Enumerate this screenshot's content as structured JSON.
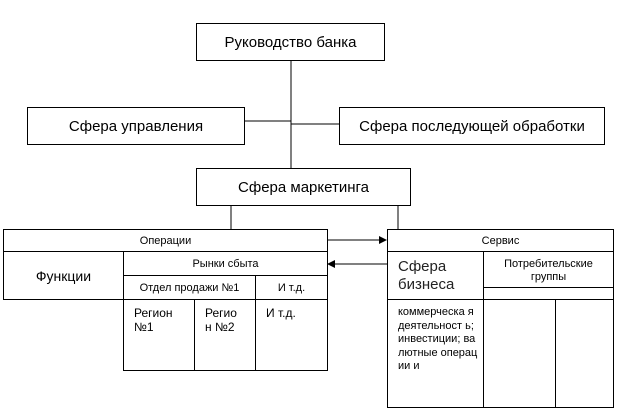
{
  "top": {
    "management": "Руководство банка"
  },
  "middle": {
    "control": "Сфера управления",
    "postprocessing": "Сфера последующей обработки",
    "marketing": "Сфера маркетинга"
  },
  "operations": {
    "title": "Операции",
    "functions": "Функции",
    "markets": "Рынки сбыта",
    "sales_dept": "Отдел продажи №1",
    "etc1": "И т.д.",
    "region1": "Регион №1",
    "region2": "Регио н №2",
    "etc2": "И т.д."
  },
  "service": {
    "title": "Сервис",
    "business": "Сфера бизнеса",
    "consumer_groups": "Потребительские группы",
    "activities": "коммерческа я деятельност ь; инвестиции; валютные операции и"
  }
}
